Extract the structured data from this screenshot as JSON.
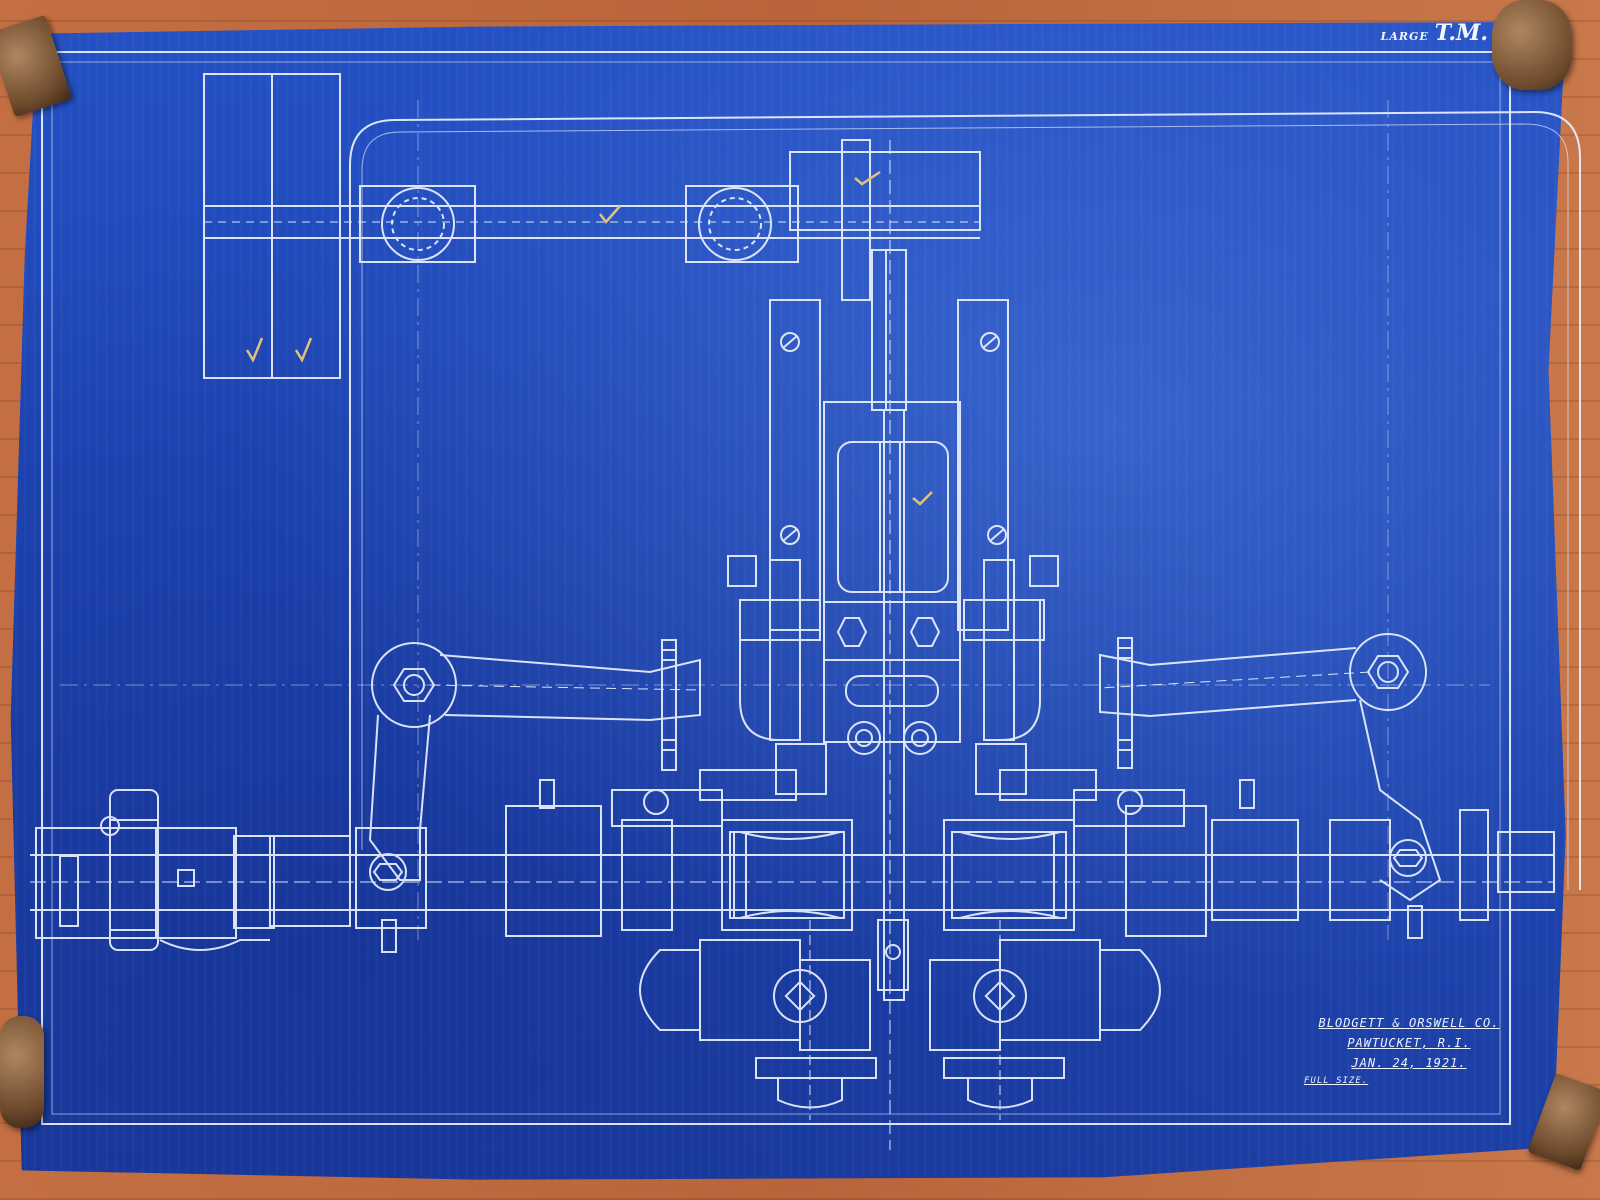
{
  "sheet": {
    "corner_mark_prefix": "LARGE",
    "corner_mark_main": "T.M."
  },
  "title_block": {
    "company": "BLODGETT & ORSWELL CO.",
    "city": "PAWTUCKET, R.I.",
    "date": "JAN. 24, 1921.",
    "scale": "FULL SIZE."
  },
  "colors": {
    "paper": "#1f47b6",
    "line": "#eaf1ff",
    "check_mark": "#e2c27a",
    "table": "#b9643a"
  }
}
